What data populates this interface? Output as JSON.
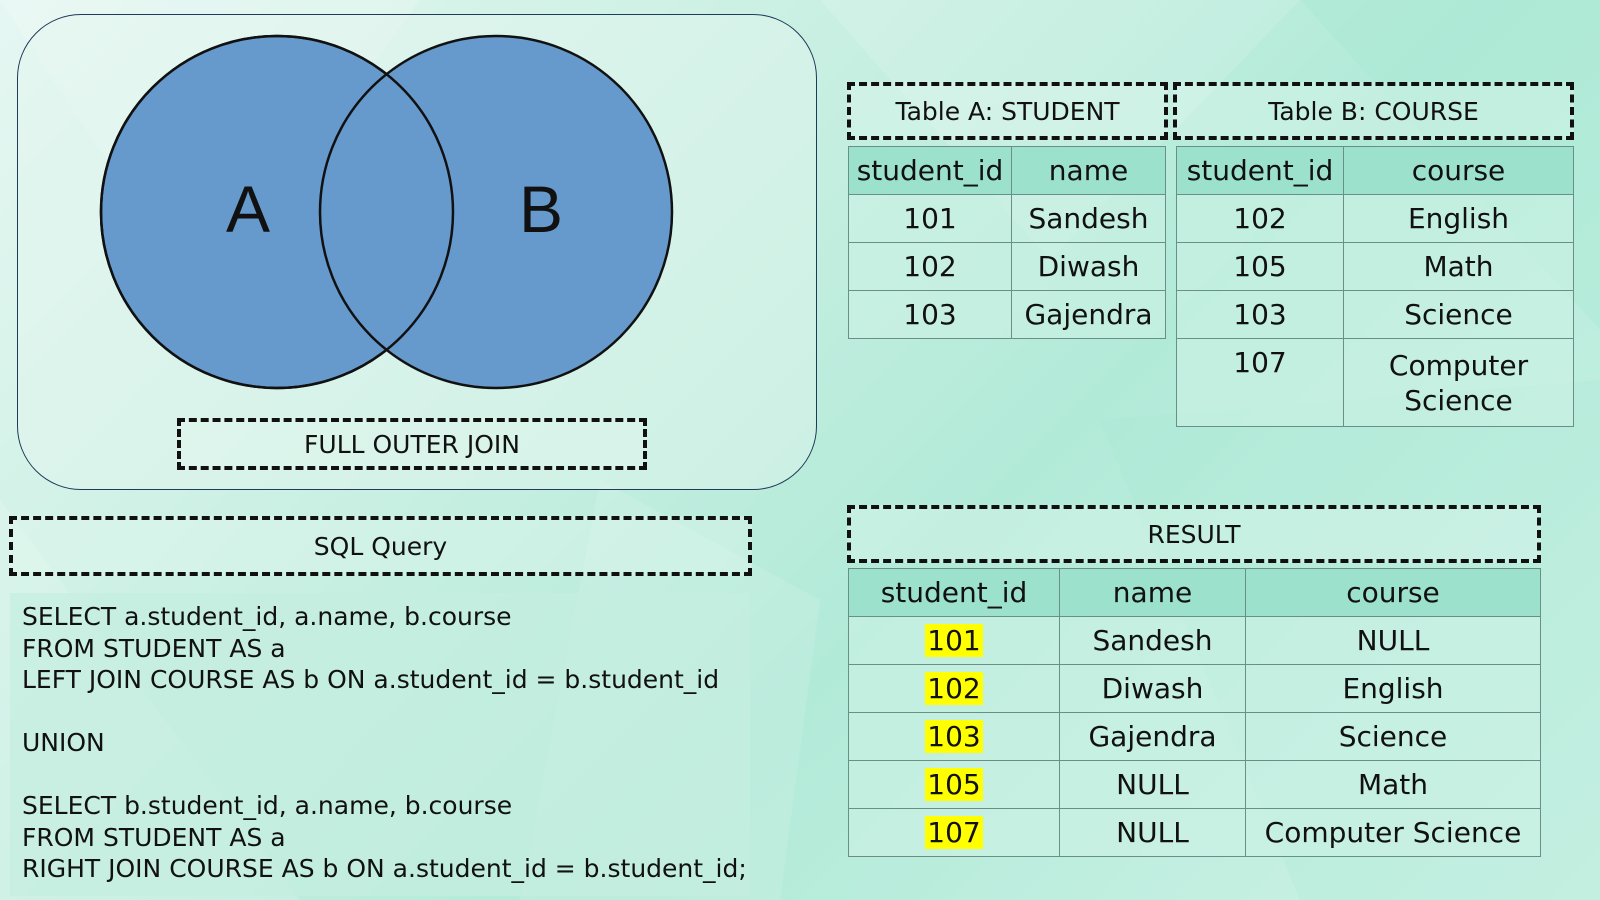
{
  "venn": {
    "label_a": "A",
    "label_b": "B",
    "circle_color": "#6699cc",
    "join_title": "FULL OUTER JOIN"
  },
  "table_a": {
    "title": "Table A:  STUDENT",
    "columns": [
      "student_id",
      "name"
    ],
    "rows": [
      [
        "101",
        "Sandesh"
      ],
      [
        "102",
        "Diwash"
      ],
      [
        "103",
        "Gajendra"
      ]
    ]
  },
  "table_b": {
    "title": "Table B:  COURSE",
    "columns": [
      "student_id",
      "course"
    ],
    "rows": [
      [
        "102",
        "English"
      ],
      [
        "105",
        "Math"
      ],
      [
        "103",
        "Science"
      ],
      [
        "107",
        "Computer Science"
      ]
    ]
  },
  "sql": {
    "title": "SQL Query",
    "block1": [
      "SELECT a.student_id, a.name, b.course",
      "FROM STUDENT AS a",
      "LEFT JOIN COURSE AS b ON a.student_id = b.student_id"
    ],
    "union": "UNION",
    "block2": [
      "SELECT b.student_id, a.name, b.course",
      "FROM STUDENT AS a",
      "RIGHT JOIN COURSE AS b ON a.student_id = b.student_id;"
    ]
  },
  "result": {
    "title": "RESULT",
    "columns": [
      "student_id",
      "name",
      "course"
    ],
    "rows": [
      [
        "101",
        "Sandesh",
        "NULL"
      ],
      [
        "102",
        "Diwash",
        "English"
      ],
      [
        "103",
        "Gajendra",
        "Science"
      ],
      [
        "105",
        "NULL",
        "Math"
      ],
      [
        "107",
        "NULL",
        "Computer Science"
      ]
    ],
    "highlight_color": "#ffff00"
  }
}
